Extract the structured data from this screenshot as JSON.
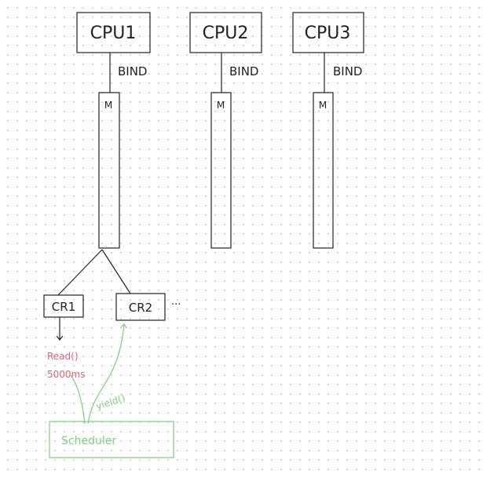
{
  "diagram": {
    "cpus": [
      {
        "label": "CPU1",
        "bind_label": "BIND",
        "m_label": "M"
      },
      {
        "label": "CPU2",
        "bind_label": "BIND",
        "m_label": "M"
      },
      {
        "label": "CPU3",
        "bind_label": "BIND",
        "m_label": "M"
      }
    ],
    "coroutines": [
      {
        "label": "CR1"
      },
      {
        "label": "CR2"
      }
    ],
    "ellipsis": "···",
    "cr1_note_line1": "Read()",
    "cr1_note_line2": "5000ms",
    "yield_label": "yield()",
    "scheduler_label": "Scheduler",
    "colors": {
      "ink": "#222222",
      "note_red": "#e0607a",
      "scheduler_green": "#7fcf7f",
      "dot_grid": "#d4d4d4"
    }
  }
}
